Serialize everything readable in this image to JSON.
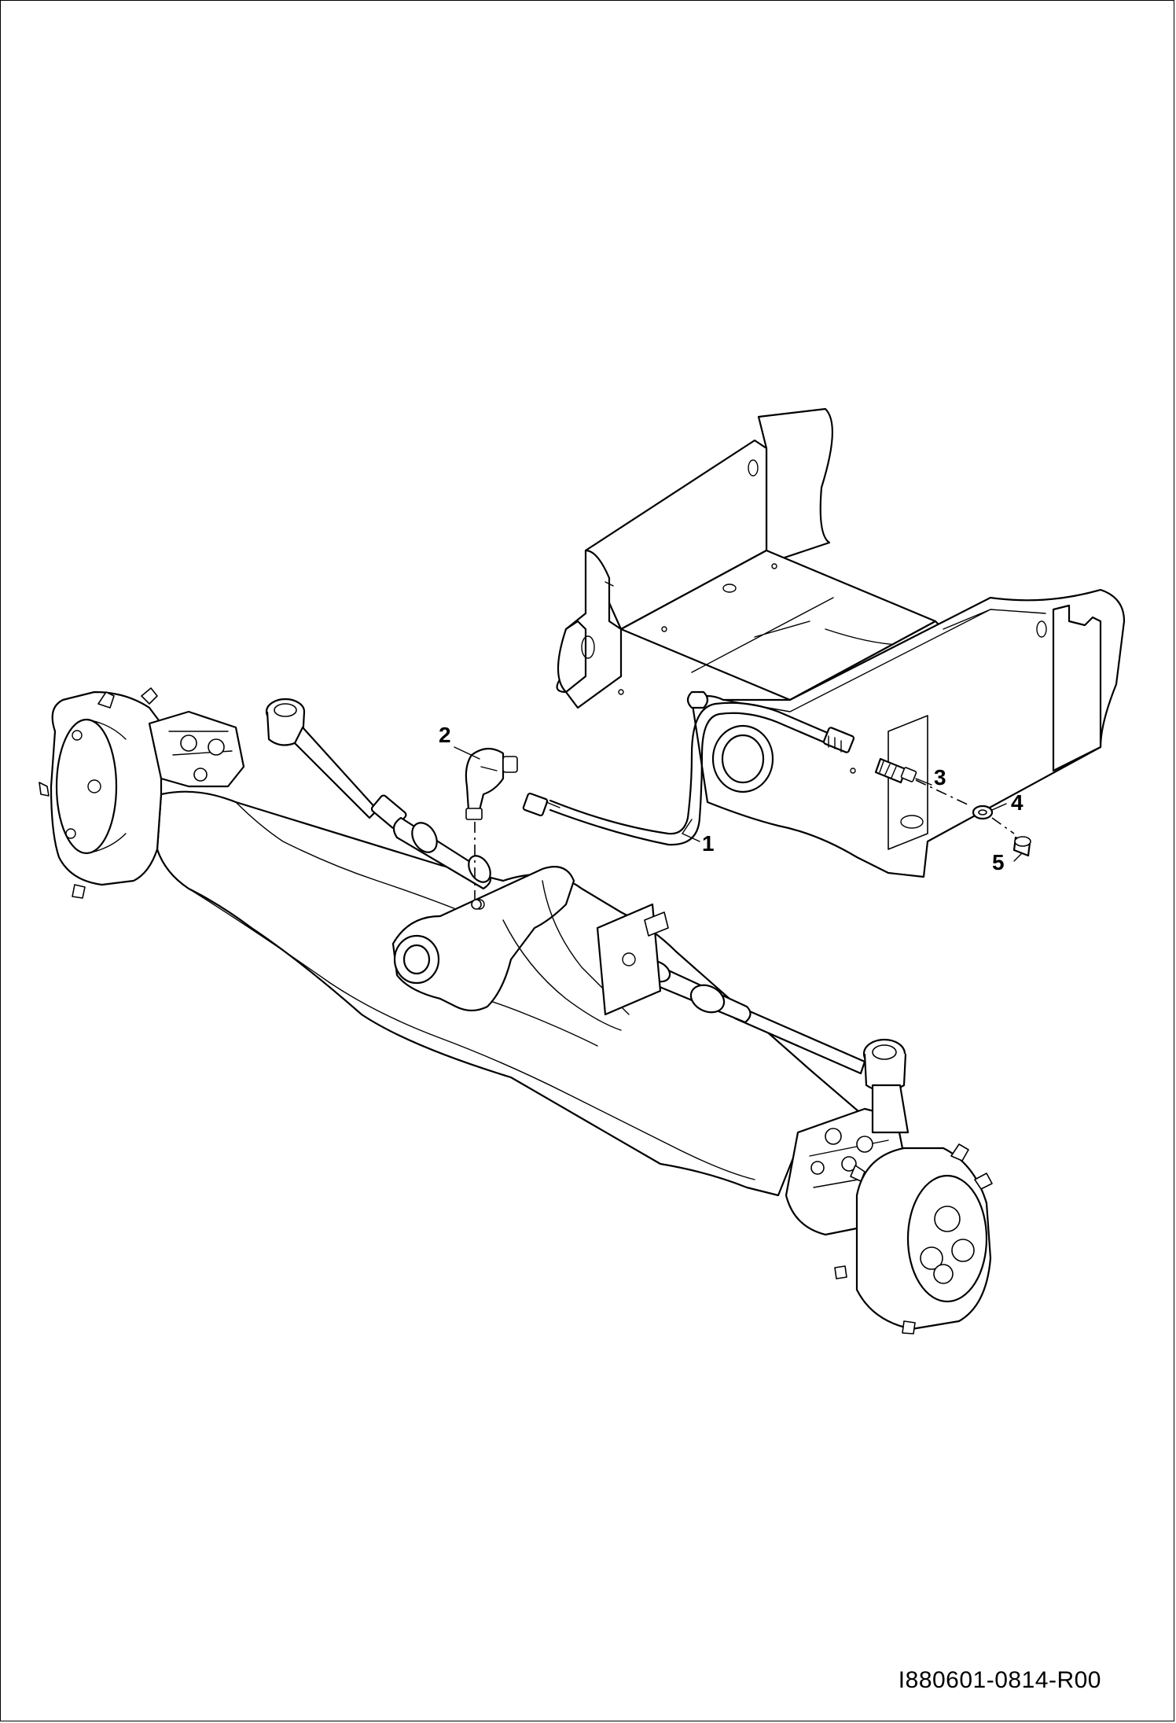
{
  "drawing_code": "I880601-0814-R00",
  "callouts": [
    {
      "id": "1",
      "text": "1"
    },
    {
      "id": "2",
      "text": "2"
    },
    {
      "id": "3",
      "text": "3"
    },
    {
      "id": "4",
      "text": "4"
    },
    {
      "id": "5",
      "text": "5"
    }
  ]
}
